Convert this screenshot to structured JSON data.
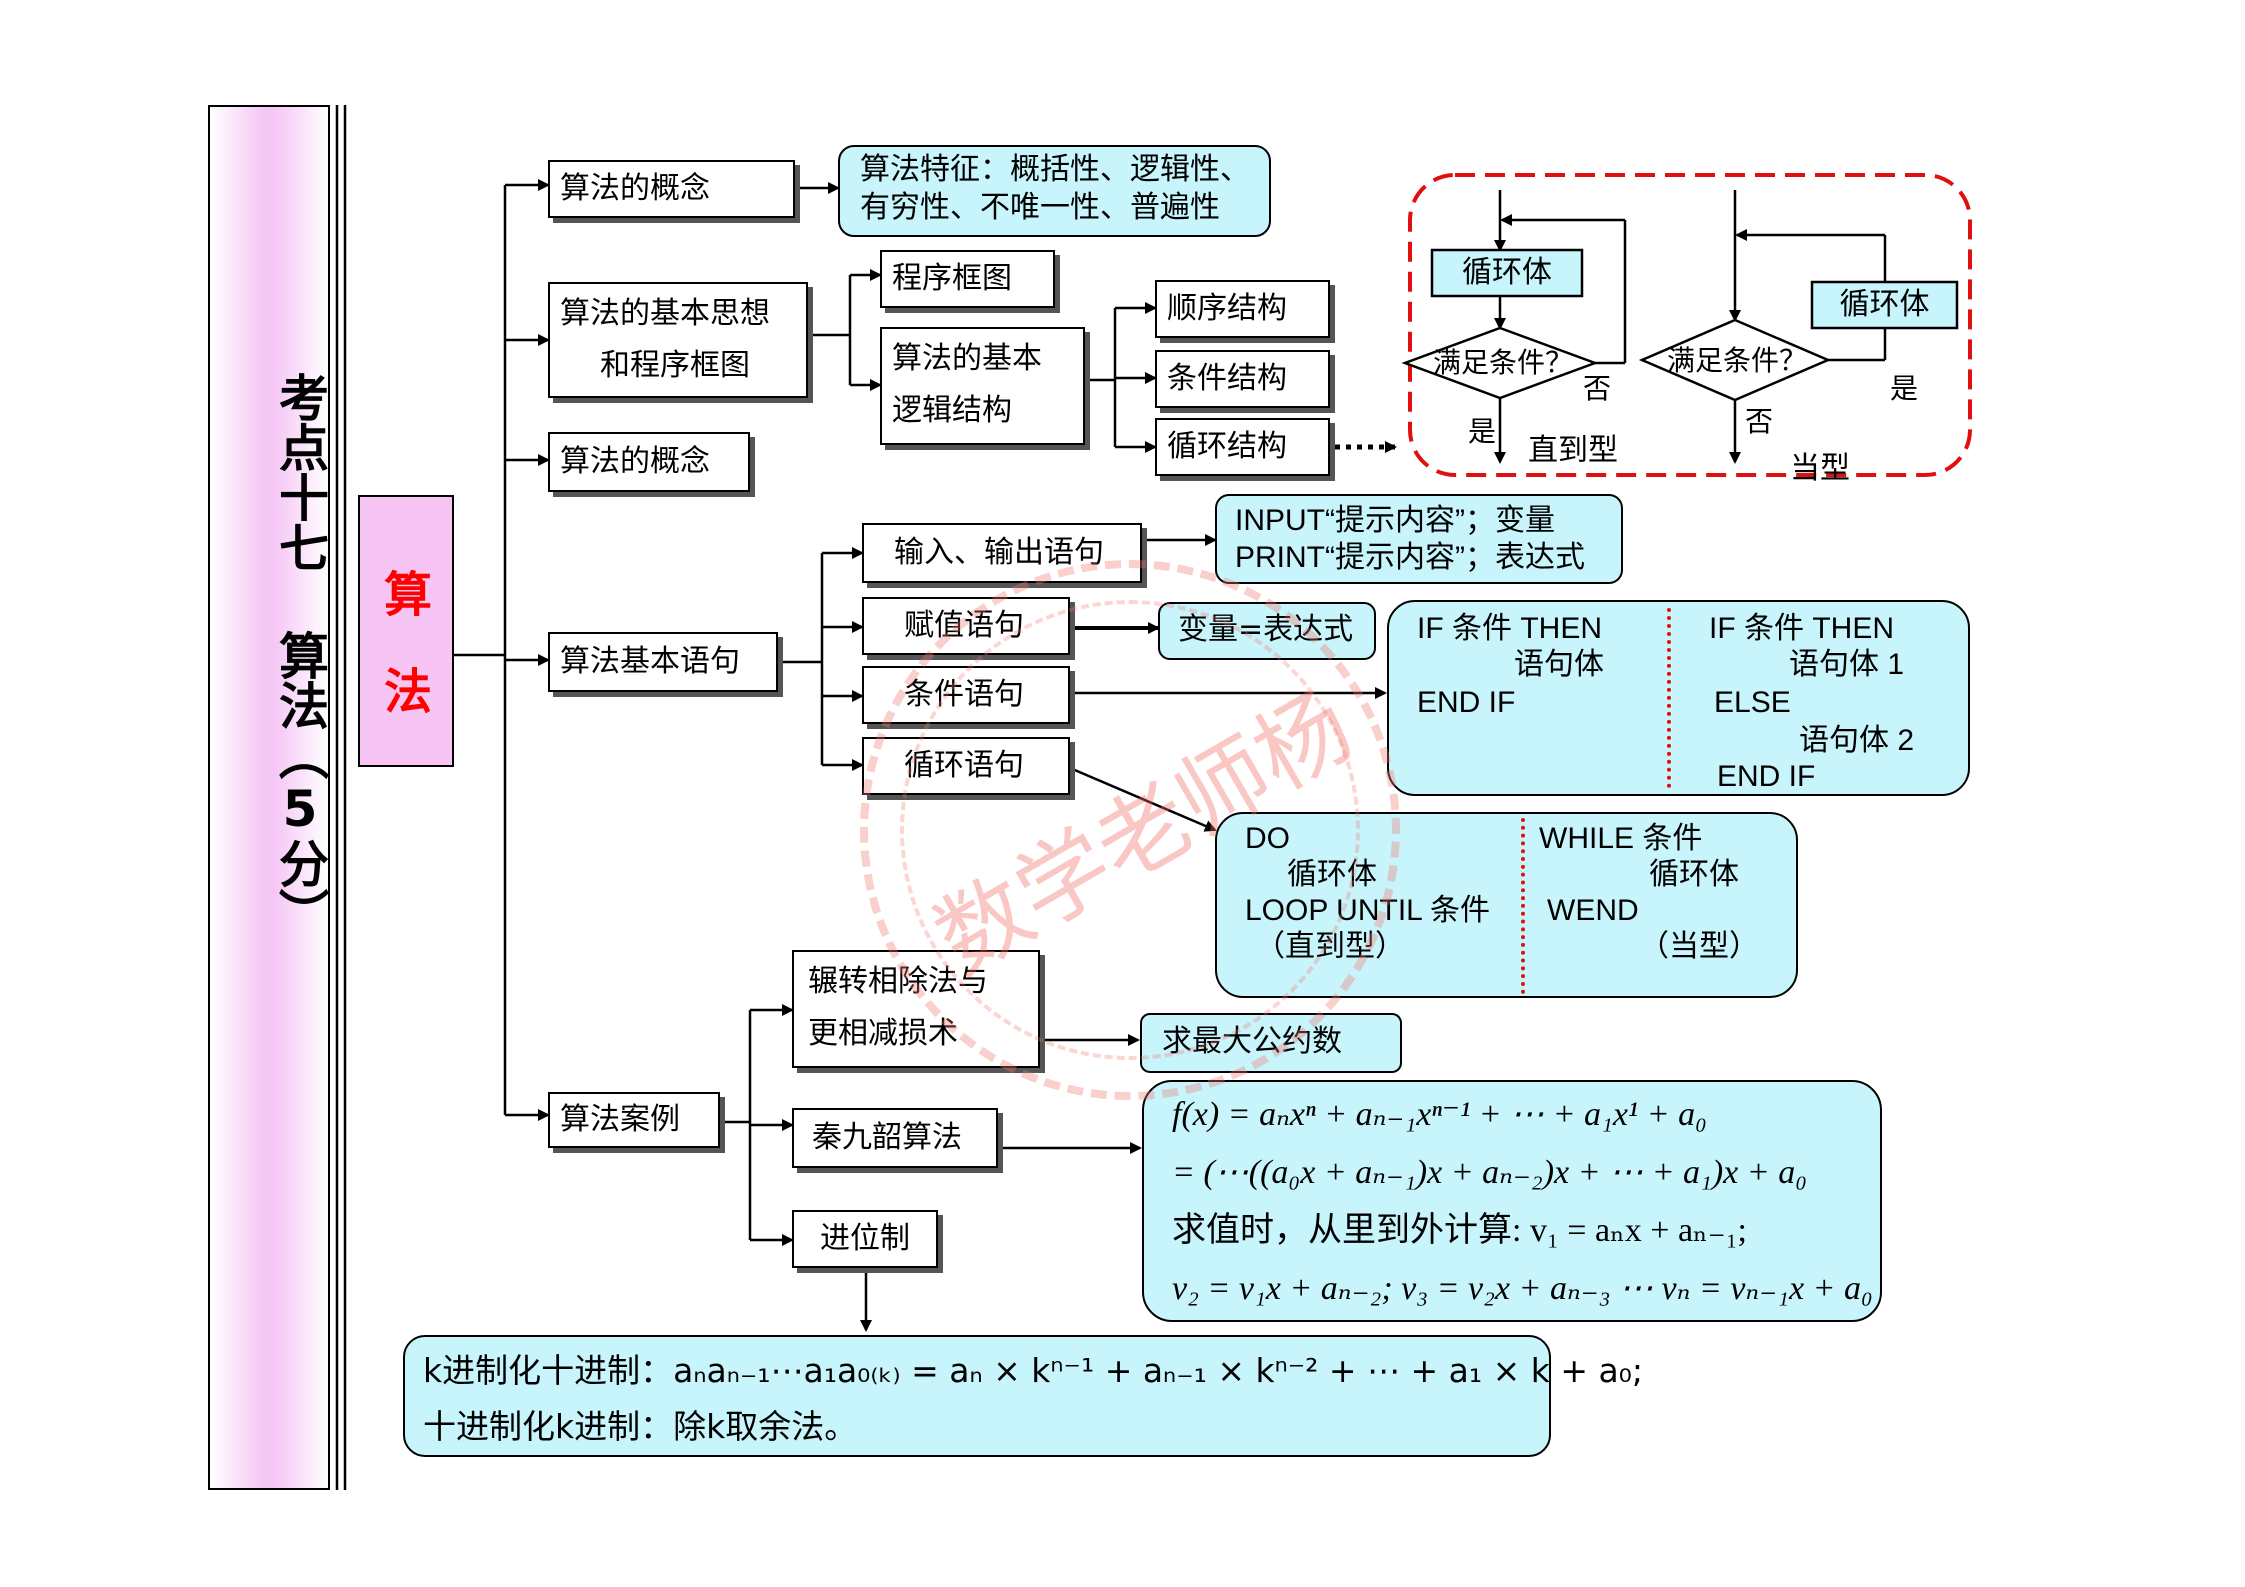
{
  "sidebar": {
    "title": "考点十七 算法（5分）"
  },
  "topic": {
    "char1": "算",
    "char2": "法"
  },
  "nodes": {
    "concept1": "算法的概念",
    "features": [
      "算法特征：概括性、逻辑性、",
      "有穷性、不唯一性、普遍性"
    ],
    "basic_idea": [
      "算法的基本思想",
      "和程序框图"
    ],
    "flowchart": "程序框图",
    "logic": [
      "算法的基本",
      "逻辑结构"
    ],
    "sequential": "顺序结构",
    "conditional": "条件结构",
    "loop": "循环结构",
    "concept2": "算法的概念",
    "statements": "算法基本语句",
    "io": "输入、输出语句",
    "assign": "赋值语句",
    "cond_stmt": "条件语句",
    "loop_stmt": "循环语句",
    "io_syntax": [
      "INPUT“提示内容”；变量",
      "PRINT“提示内容”；表达式"
    ],
    "assign_syntax": "变量=表达式",
    "if_left": [
      "IF  条件  THEN",
      "语句体",
      "END   IF"
    ],
    "if_right": [
      "IF  条件   THEN",
      "语句体 1",
      "ELSE",
      "语句体  2",
      "END   IF"
    ],
    "do_left": [
      "DO",
      "循环体",
      "LOOP  UNTIL  条件",
      "（直到型）"
    ],
    "while_right": [
      "WHILE    条件",
      "循环体",
      "WEND",
      "（当型）"
    ],
    "cases": "算法案例",
    "euclid": [
      "辗转相除法与",
      "更相减损术"
    ],
    "gcd": "求最大公约数",
    "qin": "秦九韶算法",
    "base": "进位制",
    "qin_formula": [
      "f(x) = aₙxⁿ + aₙ₋₁xⁿ⁻¹ + ⋯ + a₁x¹ + a₀",
      "= (⋯((a₀x + aₙ₋₁)x + aₙ₋₂)x + ⋯ + a₁)x + a₀",
      "求值时，从里到外计算: v₁ = aₙx + aₙ₋₁;",
      "v₂ = v₁x + aₙ₋₂; v₃ = v₂x + aₙ₋₃ ⋯ vₙ = vₙ₋₁x + a₀"
    ],
    "base_formula": [
      "k进制化十进制：aₙaₙ₋₁⋯a₁a₀₍ₖ₎ = aₙ × kⁿ⁻¹ + aₙ₋₁ × kⁿ⁻² + ⋯ + a₁ × k + a₀;",
      "十进制化k进制：除k取余法。"
    ]
  },
  "loop_diagram": {
    "body_left": "循环体",
    "cond_left": "满足条件？",
    "no_left": "否",
    "yes_left": "是",
    "label_left": "直到型",
    "body_right": "循环体",
    "cond_right": "满足条件？",
    "yes_right": "是",
    "no_right": "否",
    "label_right": "当型"
  },
  "watermark": "数学老师杨"
}
